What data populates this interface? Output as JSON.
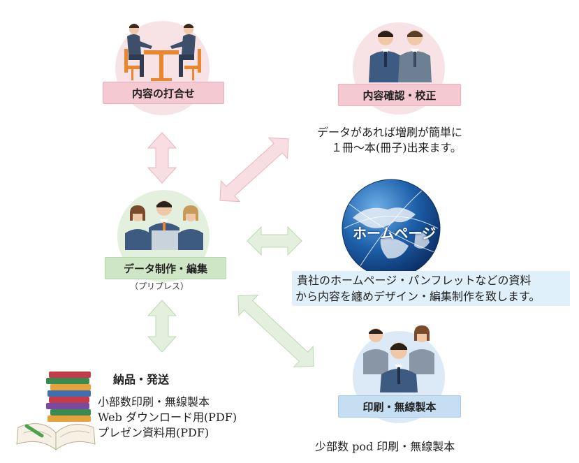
{
  "nodes": {
    "meeting": {
      "label": "内容の打合せ"
    },
    "proof": {
      "label": "内容確認・校正"
    },
    "data_production": {
      "label": "データ制作・編集",
      "sublabel": "（プリプレス）"
    },
    "printing": {
      "label": "印刷・無線製本"
    },
    "homepage": {
      "label": "ホームページ"
    }
  },
  "texts": {
    "reprint_line1": "データがあれば増刷が簡単に",
    "reprint_line2": "１冊〜本(冊子)出来ます。",
    "website_line1": "貴社のホームページ・パンフレットなどの資料",
    "website_line2": "から内容を纏めデザイン・編集制作を致します。",
    "delivery_title": "納品・発送",
    "delivery_items": [
      "小部数印刷・無線製本",
      "Web ダウンロード用(PDF)",
      "プレゼン資料用(PDF)"
    ],
    "printing_caption": "少部数 pod 印刷・無線製本"
  },
  "colors": {
    "pink_circle": "#f7e3e6",
    "pink_label": "#f5c9d2",
    "green_circle": "#e2f0dd",
    "green_label": "#cfe6c6",
    "blue_circle": "#dbeaf6",
    "blue_label": "#c5def2",
    "website_box": "#dff0fa",
    "globe": "#1d5fa8"
  }
}
